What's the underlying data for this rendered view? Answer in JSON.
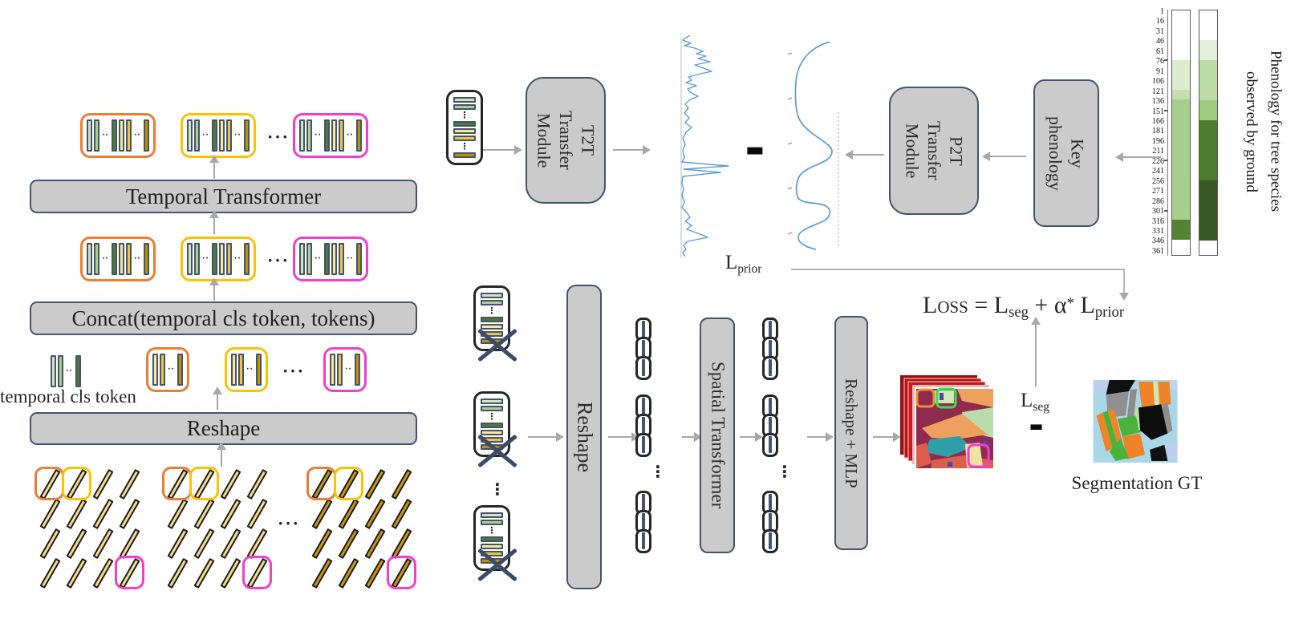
{
  "labels": {
    "temporal_transformer": "Temporal Transformer",
    "concat": "Concat(temporal cls token, tokens)",
    "reshape_top": "Reshape",
    "temporal_cls_token": "temporal cls token",
    "reshape_bottom": "Reshape",
    "spatial_transformer": "Spatial Transformer",
    "reshape_mlp": "Reshape + MLP",
    "segmentation_gt": "Segmentation GT"
  },
  "modules": {
    "t2t": [
      "T2T",
      "Transfer",
      "Module"
    ],
    "p2t": [
      "P2T",
      "Transfer",
      "Module"
    ],
    "key_phenology": [
      "Key",
      "phenology"
    ]
  },
  "losses": {
    "l_prior": {
      "symbol": "L",
      "subscript": "prior"
    },
    "l_seg": {
      "symbol": "L",
      "subscript": "seg"
    },
    "formula": {
      "lhs": "Loss",
      "equals": " = ",
      "term1": "L",
      "sub1": "seg",
      "plus": " + ",
      "alpha": "α",
      "star": "*",
      "term2": " L",
      "sub2": "prior"
    }
  },
  "phenology": {
    "caption": [
      "Phenology for tree species",
      "observed by ground"
    ],
    "ticks": [
      "1",
      "16",
      "31",
      "46",
      "61",
      "76",
      "91",
      "106",
      "121",
      "136",
      "151",
      "166",
      "181",
      "196",
      "211",
      "226",
      "241",
      "256",
      "271",
      "286",
      "301",
      "316",
      "331",
      "346",
      "361"
    ],
    "bars": [
      {
        "name": "species-bar-1",
        "segments": [
          {
            "from": 1,
            "to": 76,
            "color": "#ffffff"
          },
          {
            "from": 76,
            "to": 121,
            "color": "#ddebcf"
          },
          {
            "from": 121,
            "to": 136,
            "color": "#c6deae"
          },
          {
            "from": 136,
            "to": 316,
            "color": "#a6cf8b"
          },
          {
            "from": 316,
            "to": 346,
            "color": "#55832f"
          },
          {
            "from": 346,
            "to": 366,
            "color": "#ffffff"
          }
        ]
      },
      {
        "name": "species-bar-2",
        "segments": [
          {
            "from": 1,
            "to": 46,
            "color": "#ffffff"
          },
          {
            "from": 46,
            "to": 76,
            "color": "#e3efd8"
          },
          {
            "from": 76,
            "to": 136,
            "color": "#bedca6"
          },
          {
            "from": 136,
            "to": 166,
            "color": "#9fca7d"
          },
          {
            "from": 166,
            "to": 256,
            "color": "#4e7c2e"
          },
          {
            "from": 256,
            "to": 346,
            "color": "#365722"
          },
          {
            "from": 346,
            "to": 366,
            "color": "#ffffff"
          }
        ]
      }
    ]
  },
  "glyphs": {
    "hdots": "···",
    "hdots_small": "··",
    "vdots": "⋮",
    "minus": "-"
  },
  "colors": {
    "group_orange": "#ec7d31",
    "group_yellow": "#fec101",
    "group_magenta": "#f23dd0",
    "bar_border_navy": "#44546a",
    "box_gray": "#cbcbcb",
    "arrow_gray": "#a8a8a8",
    "plot_blue": "#5b9bd5",
    "light_green_a": "#d3e5c0",
    "light_green_b": "#abcf90",
    "dark_green": "#4e7b31",
    "pale_yellow": "#fce699",
    "yellow": "#edc24a",
    "dark_gold": "#bf9000",
    "patch_yellow": "#f6dd8c",
    "patch_gold": "#c9970f",
    "pred_red": "#c41414"
  }
}
